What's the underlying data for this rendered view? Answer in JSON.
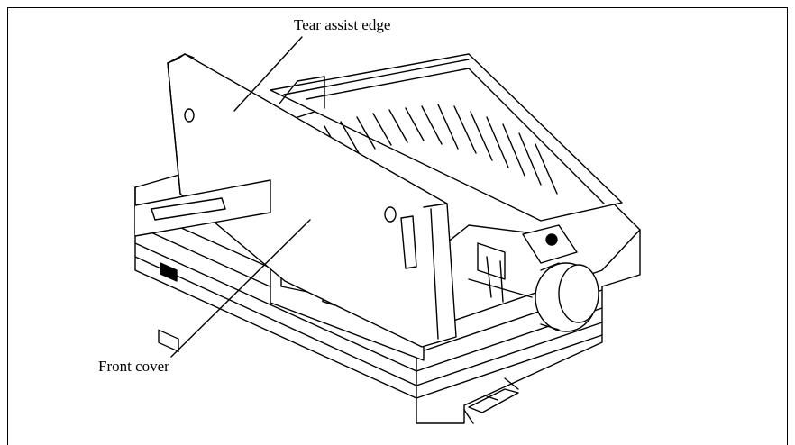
{
  "figure": {
    "subject": "printer-front-cover-open",
    "callouts": {
      "tear_assist_edge": "Tear assist edge",
      "front_cover": "Front cover"
    }
  }
}
